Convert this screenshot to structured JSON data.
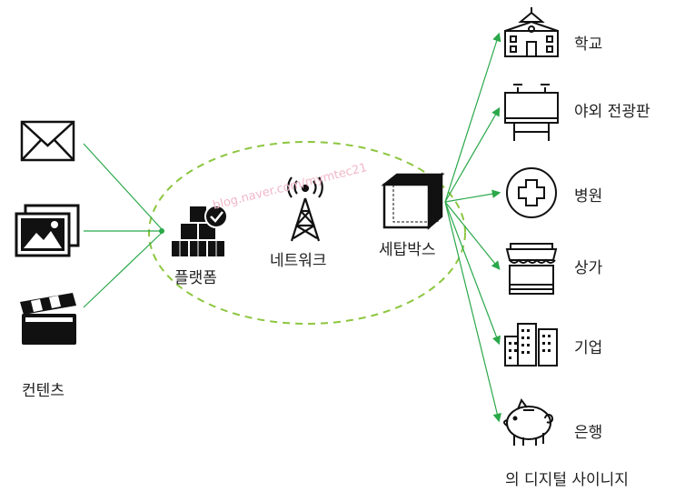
{
  "sources": {
    "icons": [
      "envelope-icon",
      "photos-icon",
      "clapperboard-icon"
    ],
    "label": "컨텐츠"
  },
  "hub": {
    "platform": {
      "icon": "boxes-check-icon",
      "label": "플랫폼"
    },
    "network": {
      "icon": "cell-tower-icon",
      "label": "네트워크"
    },
    "settop": {
      "icon": "settop-box-icon",
      "label": "세탑박스"
    }
  },
  "watermark": "blog.naver.com/mymtec21",
  "destinations": [
    {
      "icon": "school-icon",
      "label": "학교"
    },
    {
      "icon": "billboard-icon",
      "label": "야외 전광판"
    },
    {
      "icon": "hospital-icon",
      "label": "병원"
    },
    {
      "icon": "shop-icon",
      "label": "상가"
    },
    {
      "icon": "office-buildings-icon",
      "label": "기업"
    },
    {
      "icon": "piggy-bank-icon",
      "label": "은행"
    }
  ],
  "footer": "의 디지털 사이니지",
  "colors": {
    "arrow": "#2aa84a",
    "ellipse": "#8cc63f",
    "icon": "#111111"
  }
}
